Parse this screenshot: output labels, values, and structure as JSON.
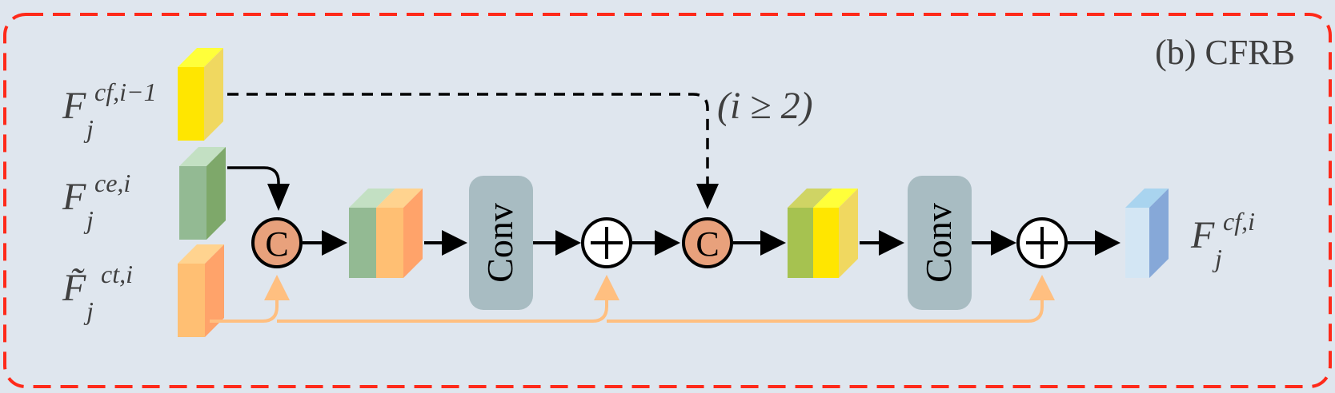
{
  "panel": {
    "title": "(b) CFRB",
    "border_color": "#ff2a1a",
    "background": "#dfe6ee"
  },
  "inputs": {
    "f_cf_prev": {
      "base": "F",
      "sub": "j",
      "sup": "cf,i−1",
      "color": "#ffe600"
    },
    "f_ce": {
      "base": "F",
      "sub": "j",
      "sup": "ce,i",
      "color": "#8fba8f"
    },
    "f_ct": {
      "base": "F̃",
      "sub": "j",
      "sup": "ct,i",
      "color": "#ffbf73"
    }
  },
  "output": {
    "base": "F",
    "sub": "j",
    "sup": "cf,i",
    "color": "#a9c9e6"
  },
  "condition_label": "(i ≥ 2)",
  "blocks": {
    "concat_symbol": "C",
    "conv1_label": "Conv",
    "conv2_label": "Conv",
    "add_symbol": "+",
    "concat_color": "#e8a17c",
    "conv_color": "#a8bcc2"
  },
  "colors": {
    "skip_line": "#ffbf80",
    "arrow": "#000000"
  }
}
